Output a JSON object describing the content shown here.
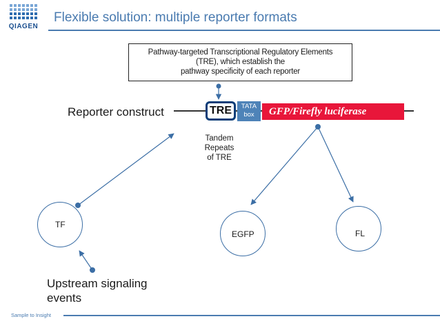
{
  "logo": {
    "text": "QIAGEN"
  },
  "title": "Flexible solution: multiple reporter formats",
  "tre_box": {
    "line1": "Pathway-targeted Transcriptional Regulatory Elements",
    "line2": "(TRE), which establish the",
    "line3": "pathway specificity of each reporter"
  },
  "reporter_construct_label": "Reporter construct",
  "construct": {
    "tre": "TRE",
    "tata_line1": "TATA",
    "tata_line2": "box",
    "reporter": "GFP/Firefly luciferase"
  },
  "tandem": {
    "line1": "Tandem",
    "line2": "Repeats",
    "line3": "of TRE"
  },
  "nodes": {
    "tf": "TF",
    "egfp": "EGFP",
    "fl": "FL"
  },
  "upstream": {
    "line1": "Upstream signaling",
    "line2": "events"
  },
  "footer": "Sample to Insight",
  "colors": {
    "accent_blue": "#4a7bb0",
    "dark_blue": "#0a3d78",
    "tata_blue": "#4e83b8",
    "reporter_red": "#e8163a",
    "arrow_blue": "#3b6ea5"
  }
}
